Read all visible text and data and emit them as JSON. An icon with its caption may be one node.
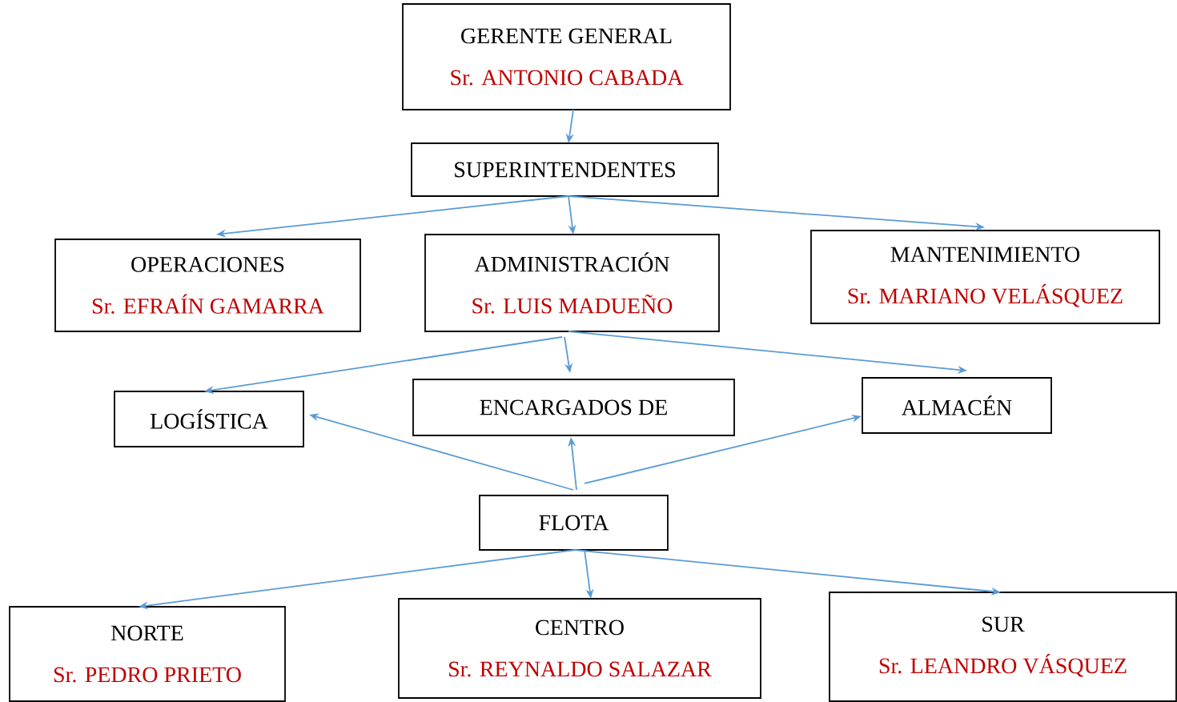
{
  "diagram": {
    "nodes": [
      {
        "text": [
          "GERENTE GENERAL",
          "Sr. ANTONIO CABADA"
        ]
      },
      {
        "text": [
          "SUPERINTENDENTES"
        ]
      },
      {
        "text": [
          "OPERACIONES",
          "Sr. EFRAÍN GAMARRA"
        ]
      },
      {
        "text": [
          "ADMINISTRACIÓN",
          "Sr. LUIS MADUEÑO"
        ]
      },
      {
        "text": [
          "MANTENIMIENTO",
          "Sr. MARIANO VELÁSQUEZ"
        ]
      },
      {
        "text": [
          "LOGÍSTICA"
        ]
      },
      {
        "text": [
          "ENCARGADOS DE"
        ]
      },
      {
        "text": [
          "ALMACÉN"
        ]
      },
      {
        "text": [
          "FLOTA"
        ]
      },
      {
        "text": [
          "NORTE",
          "Sr. PEDRO PRIETO"
        ]
      },
      {
        "text": [
          "CENTRO",
          "Sr. REYNALDO SALAZAR"
        ]
      },
      {
        "text": [
          "SUR",
          "Sr. LEANDRO VÁSQUEZ"
        ]
      }
    ],
    "edges": [
      {
        "from": 0,
        "to": 1,
        "arrow": "to"
      },
      {
        "from": 1,
        "to": 2,
        "arrow": "to"
      },
      {
        "from": 1,
        "to": 3,
        "arrow": "to"
      },
      {
        "from": 1,
        "to": 4,
        "arrow": "to"
      },
      {
        "from": 3,
        "to": 5,
        "arrow": "to"
      },
      {
        "from": 3,
        "to": 6,
        "arrow": "to"
      },
      {
        "from": 3,
        "to": 7,
        "arrow": "to"
      },
      {
        "from": 8,
        "to": 5,
        "arrow": "to"
      },
      {
        "from": 8,
        "to": 6,
        "arrow": "to"
      },
      {
        "from": 8,
        "to": 7,
        "arrow": "to"
      },
      {
        "from": 8,
        "to": 9,
        "arrow": "to"
      },
      {
        "from": 8,
        "to": 10,
        "arrow": "to"
      },
      {
        "from": 8,
        "to": 11,
        "arrow": "to"
      }
    ]
  }
}
